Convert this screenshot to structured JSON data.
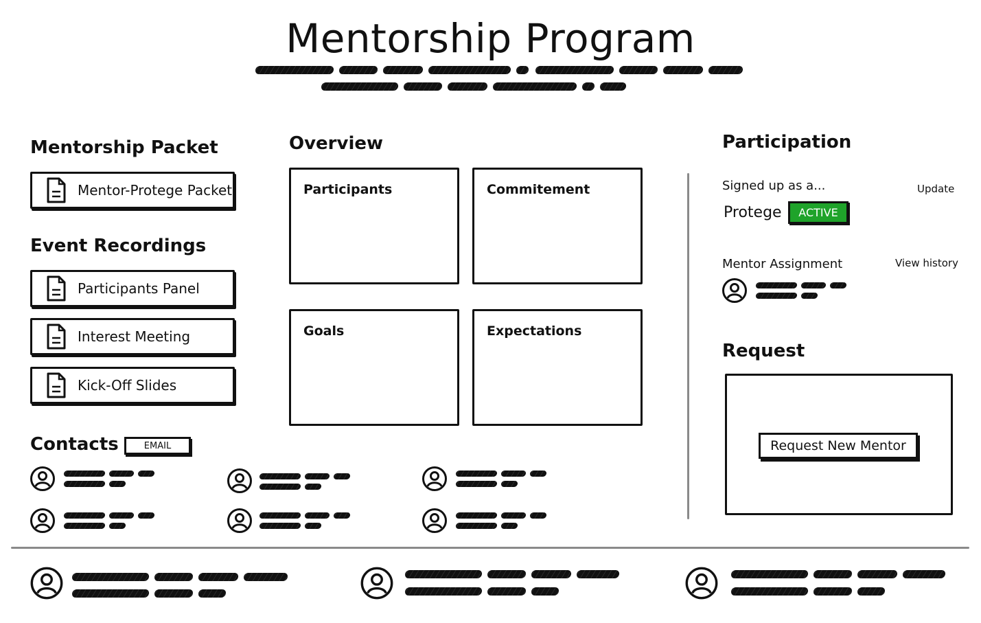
{
  "header": {
    "title": "Mentorship Program"
  },
  "packet": {
    "heading": "Mentorship Packet",
    "items": [
      {
        "label": "Mentor-Protege Packet",
        "icon": "document-icon"
      }
    ]
  },
  "recordings": {
    "heading": "Event Recordings",
    "items": [
      {
        "label": "Participants Panel",
        "icon": "document-icon"
      },
      {
        "label": "Interest Meeting",
        "icon": "document-icon"
      },
      {
        "label": "Kick-Off Slides",
        "icon": "document-icon"
      }
    ]
  },
  "overview": {
    "heading": "Overview",
    "cards": [
      {
        "label": "Participants"
      },
      {
        "label": "Commitement"
      },
      {
        "label": "Goals"
      },
      {
        "label": "Expectations"
      }
    ]
  },
  "contacts": {
    "heading": "Contacts",
    "email_label": "EMAIL",
    "icon": "person-icon"
  },
  "participation": {
    "heading": "Participation",
    "signed_up_label": "Signed up as a...",
    "update_link": "Update",
    "role": "Protege",
    "status_badge": "ACTIVE",
    "status_color": "#1fa32a",
    "mentor_assignment_label": "Mentor Assignment",
    "view_history_link": "View history"
  },
  "request": {
    "heading": "Request",
    "button_label": "Request New Mentor"
  },
  "footer": {
    "icon": "person-icon"
  }
}
